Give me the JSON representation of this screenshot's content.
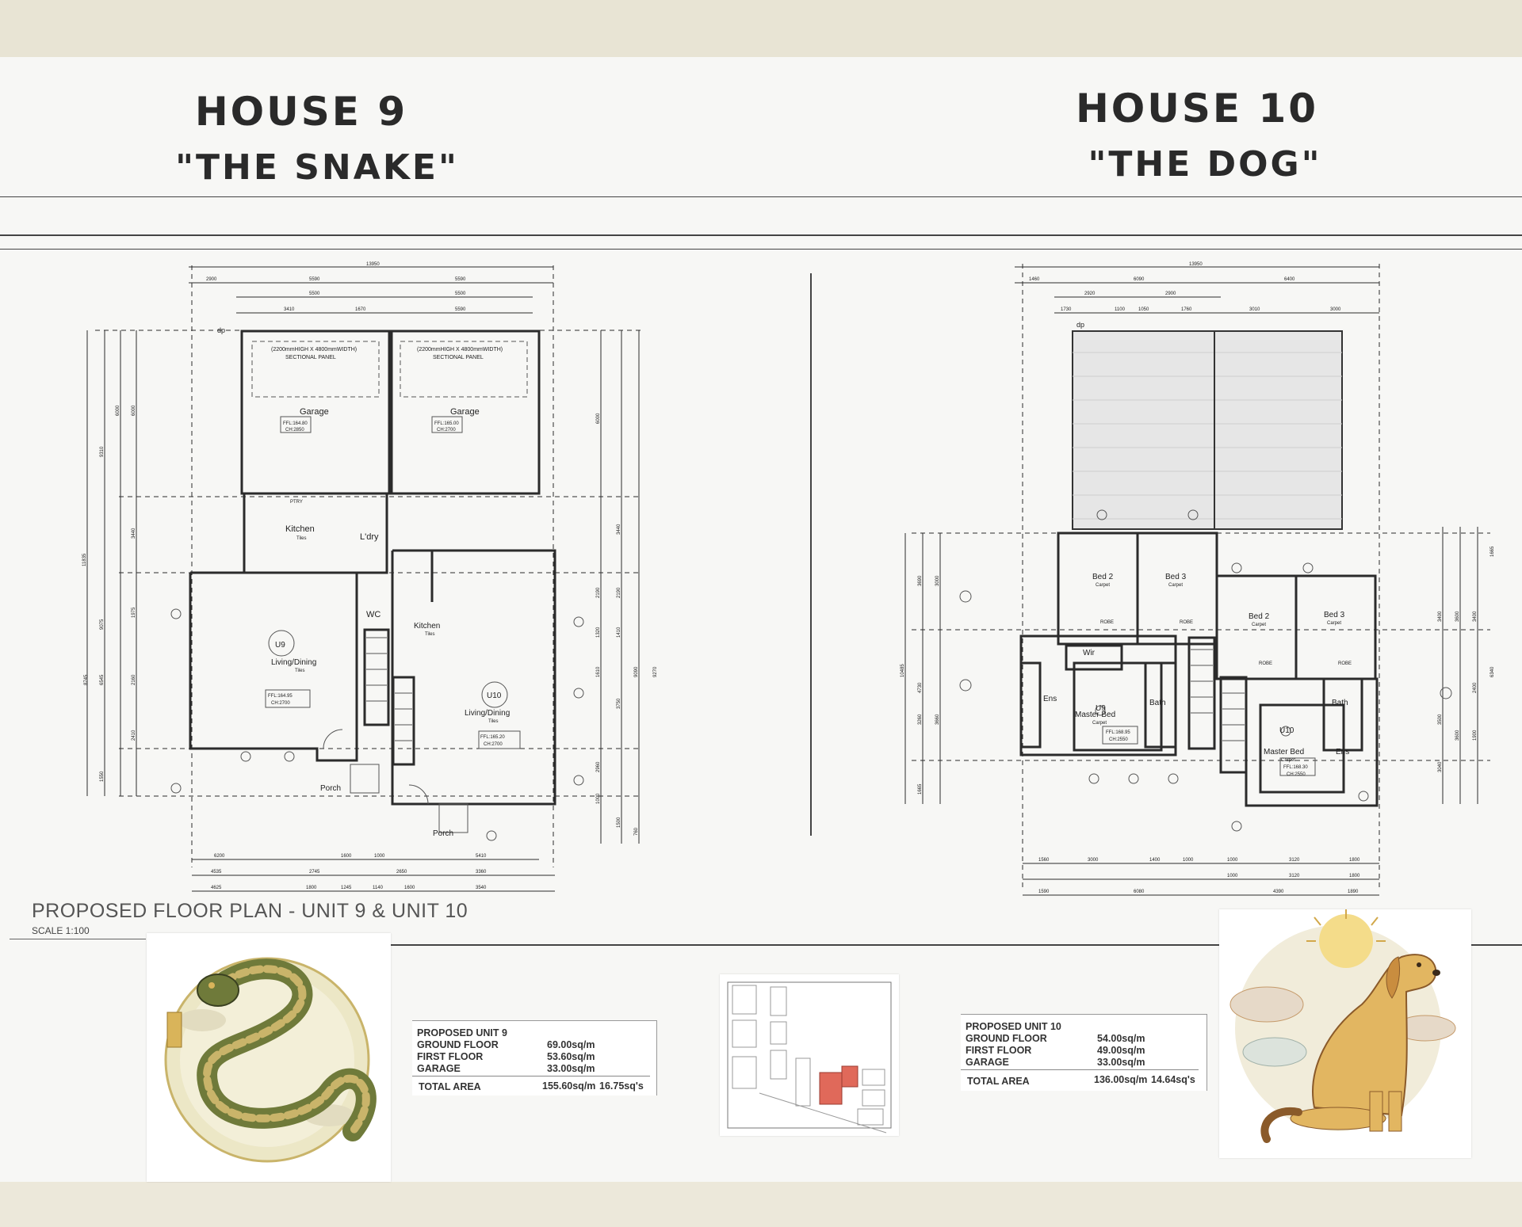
{
  "headings": {
    "house9_line1": "HOUSE 9",
    "house9_line2": "\"THE SNAKE\"",
    "house10_line1": "HOUSE 10",
    "house10_line2": "\"THE DOG\""
  },
  "plan_left": {
    "rooms": {
      "garage_a": "Garage",
      "garage_b": "Garage",
      "kitchen_u9": "Kitchen",
      "tiles_u9": "Tiles",
      "laundry": "L'dry",
      "wc": "WC",
      "living_u9": "Living/Dining",
      "tiles_living_u9": "Tiles",
      "unit_u9": "U9",
      "kitchen_u10": "Kitchen",
      "tiles_u10": "Tiles",
      "living_u10": "Living/Dining",
      "tiles_living_u10": "Tiles",
      "unit_u10": "U10",
      "porch_a": "Porch",
      "porch_b": "Porch"
    },
    "labels": {
      "panel_a": "(2200mmHIGH X 4800mmWIDTH)",
      "panel_a2": "SECTIONAL PANEL",
      "panel_b": "(2200mmHIGH X 4800mmWIDTH)",
      "panel_b2": "SECTIONAL PANEL",
      "ffl_garage_a": "FFL:164.80",
      "ch_garage_a": "CH:2850",
      "ffl_garage_b": "FFL:165.00",
      "ch_garage_b": "CH:2700",
      "ffl_living_u9": "FFL:164.95",
      "ch_living_u9": "CH:2700",
      "ffl_living_u10": "FFL:165.20",
      "ch_living_u10": "CH:2700",
      "pantry": "PTRY",
      "dp": "dp"
    },
    "dims_top": [
      "13950",
      "2900",
      "5590",
      "5590",
      "5500",
      "5500",
      "3410",
      "1670",
      "5590"
    ],
    "dims_bottom": [
      "6200",
      "1600",
      "1000",
      "5410",
      "4535",
      "2745",
      "2650",
      "3360",
      "4625",
      "1800",
      "1245",
      "1140",
      "1600",
      "3540"
    ],
    "dims_left": [
      "9310",
      "11835",
      "6000",
      "6000",
      "3440",
      "9075",
      "1975",
      "6545",
      "8745",
      "2160",
      "2410",
      "1550"
    ],
    "dims_right": [
      "6000",
      "3440",
      "2190",
      "2190",
      "1320",
      "1610",
      "3750",
      "1410",
      "9090",
      "9270",
      "2960",
      "1000",
      "1500",
      "760"
    ]
  },
  "plan_right": {
    "rooms": {
      "bed2_a": "Bed 2",
      "carpet_a": "Carpet",
      "bed3_a": "Bed 3",
      "carpet_b": "Carpet",
      "bed2_b": "Bed 2",
      "carpet_c": "Carpet",
      "bed3_b": "Bed 3",
      "carpet_d": "Carpet",
      "wir": "Wir",
      "ens_a": "Ens",
      "master_a": "Master Bed",
      "carpet_e": "Carpet",
      "bath_a": "Bath",
      "bath_b": "Bath",
      "ens_b": "Ens",
      "master_b": "Master Bed",
      "carpet_f": "Carpet",
      "unit_u9": "U9",
      "unit_u10": "U10",
      "robe_a": "ROBE",
      "robe_b": "ROBE",
      "robe_c": "ROBE",
      "robe_d": "ROBE"
    },
    "labels": {
      "ffl_master_a": "FFL:168.95",
      "ch_master_a": "CH:2550",
      "ffl_master_b": "FFL:168.30",
      "ch_master_b": "CH:2550",
      "dp": "dp"
    },
    "dims_top": [
      "13950",
      "1460",
      "6090",
      "6400",
      "2920",
      "2900",
      "1730",
      "1100",
      "1050",
      "1760",
      "3010",
      "3000"
    ],
    "dims_bottom": [
      "1560",
      "3000",
      "1400",
      "1000",
      "1000",
      "3120",
      "1800",
      "1000",
      "3120",
      "1800",
      "1590",
      "6080",
      "4390",
      "1890"
    ],
    "dims_left": [
      "10485",
      "3690",
      "3000",
      "4730",
      "3260",
      "3660",
      "1665"
    ],
    "dims_right": [
      "1665",
      "3400",
      "3600",
      "3500",
      "3600",
      "3400",
      "6340",
      "2400",
      "1900",
      "3040"
    ]
  },
  "plan_title": "PROPOSED FLOOR PLAN - UNIT 9 & UNIT 10",
  "plan_scale": "SCALE 1:100",
  "unit9_area": {
    "heading": "PROPOSED UNIT 9",
    "rows": [
      {
        "label": "GROUND FLOOR",
        "value": "69.00sq/m"
      },
      {
        "label": "FIRST FLOOR",
        "value": "53.60sq/m"
      },
      {
        "label": "GARAGE",
        "value": "33.00sq/m"
      }
    ],
    "total_label": "TOTAL AREA",
    "total_value": "155.60sq/m",
    "total_squares": "16.75sq's"
  },
  "unit10_area": {
    "heading": "PROPOSED UNIT 10",
    "rows": [
      {
        "label": "GROUND FLOOR",
        "value": "54.00sq/m"
      },
      {
        "label": "FIRST FLOOR",
        "value": "49.00sq/m"
      },
      {
        "label": "GARAGE",
        "value": "33.00sq/m"
      }
    ],
    "total_label": "TOTAL AREA",
    "total_value": "136.00sq/m",
    "total_squares": "14.64sq's"
  },
  "colors": {
    "paper": "#f7f7f5",
    "line": "#2b2b2b",
    "site_highlight": "#e0695a",
    "snake_gold": "#c9b46a",
    "dog_gold": "#e2b661"
  }
}
